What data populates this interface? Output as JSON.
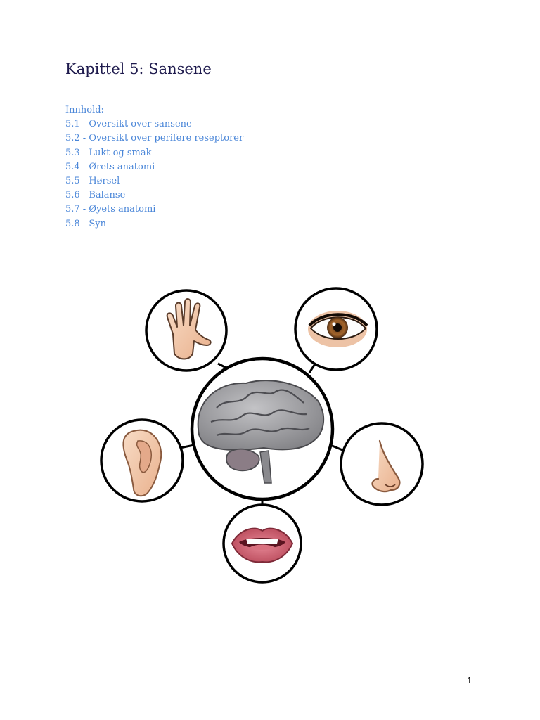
{
  "document": {
    "title": "Kapittel 5: Sansene",
    "toc": {
      "heading": "Innhold:",
      "items": [
        {
          "label": "5.1 - Oversikt over sansene"
        },
        {
          "label": "5.2 - Oversikt over perifere reseptorer"
        },
        {
          "label": "5.3 - Lukt og smak"
        },
        {
          "label": "5.4 - Ørets anatomi"
        },
        {
          "label": "5.5 - Hørsel"
        },
        {
          "label": "5.6 - Balanse"
        },
        {
          "label": "5.7 - Øyets anatomi"
        },
        {
          "label": "5.8 - Syn"
        }
      ]
    },
    "page_number": "1"
  },
  "figure": {
    "icons": [
      "brain-icon",
      "hand-icon",
      "eye-icon",
      "ear-icon",
      "nose-icon",
      "mouth-icon"
    ],
    "colors": {
      "title": "#1e1a4d",
      "toc_link": "#4a86d8",
      "skin": "#f3c8a8",
      "brain": "#9a9a9c",
      "lips": "#d26674"
    }
  }
}
